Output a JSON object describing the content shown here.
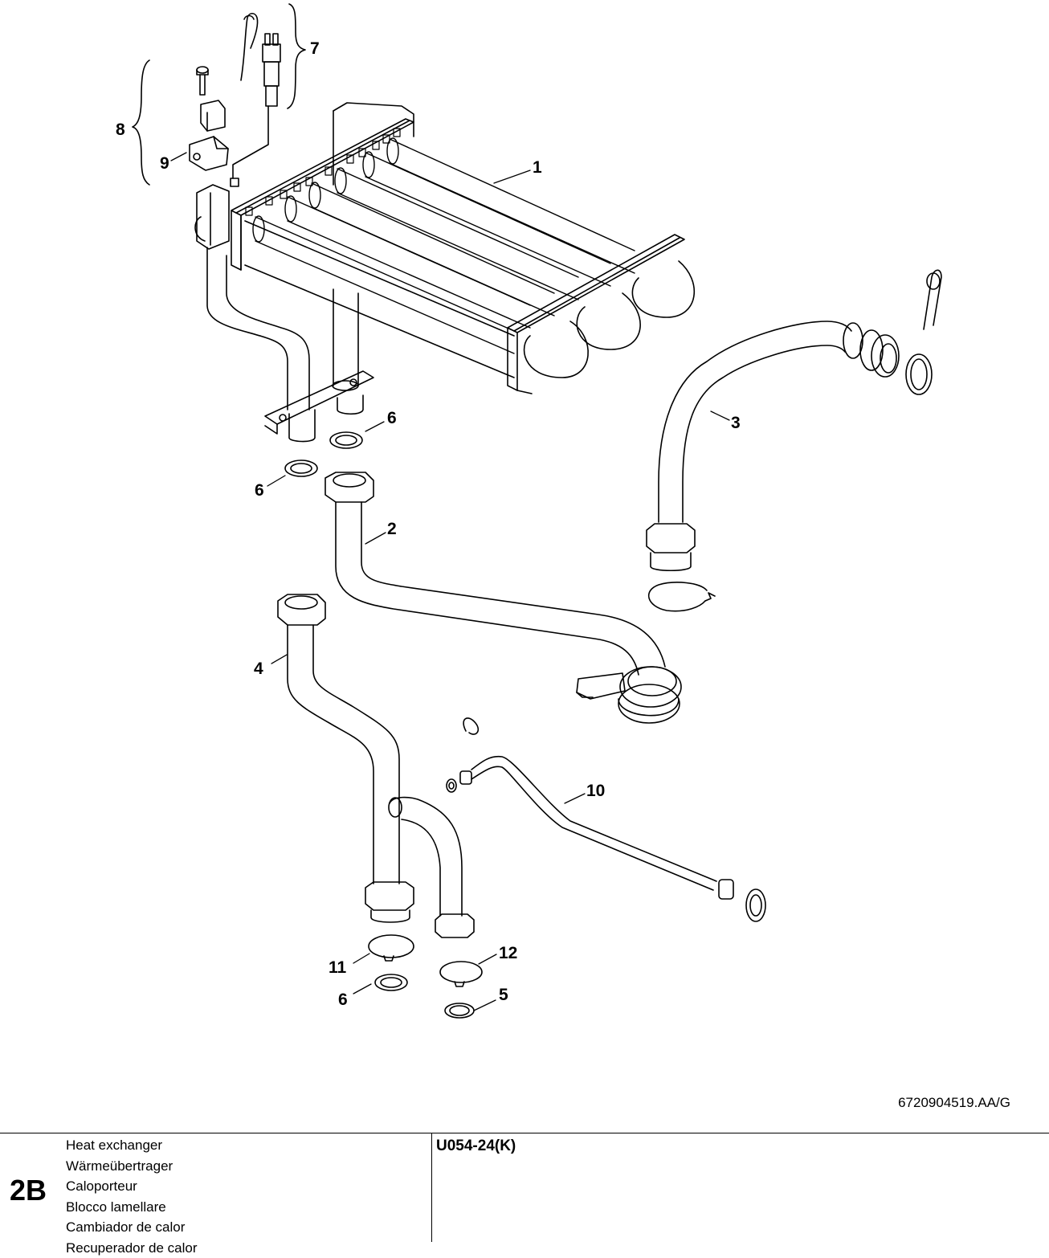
{
  "callouts": [
    "1",
    "2",
    "3",
    "4",
    "5",
    "6",
    "7",
    "8",
    "9",
    "10",
    "11",
    "12"
  ],
  "drawing_number": "6720904519.AA/G",
  "title_block": {
    "section": "2B",
    "part_names": [
      "Heat exchanger",
      "Wärmeübertrager",
      "Caloporteur",
      "Blocco lamellare",
      "Cambiador de calor",
      "Recuperador de calor"
    ],
    "model": "U054-24(K)"
  }
}
